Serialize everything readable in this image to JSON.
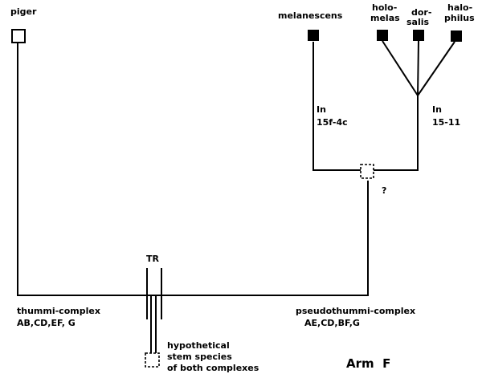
{
  "species": {
    "piger": "piger",
    "melanescens": "melanescens",
    "holomelas_1": "holo-",
    "holomelas_2": "melas",
    "dorsalis_1": "dor-",
    "dorsalis_2": "salis",
    "halophilus_1": "halo-",
    "halophilus_2": "philus"
  },
  "inversions": {
    "left_1": "In",
    "left_2": "15f-4c",
    "right_1": "In",
    "right_2": "15-11",
    "question": "?"
  },
  "translocation": "TR",
  "complexes": {
    "thummi_name": "thummi-complex",
    "thummi_arms": "AB,CD,EF, G",
    "pseudothummi_name": "pseudothummi-complex",
    "pseudothummi_arms": "AE,CD,BF,G"
  },
  "stem": {
    "line1": "hypothetical",
    "line2": "stem species",
    "line3": "of both complexes"
  },
  "arm_label": "Arm  F",
  "colors": {
    "ink": "#000000",
    "background": "#ffffff"
  }
}
